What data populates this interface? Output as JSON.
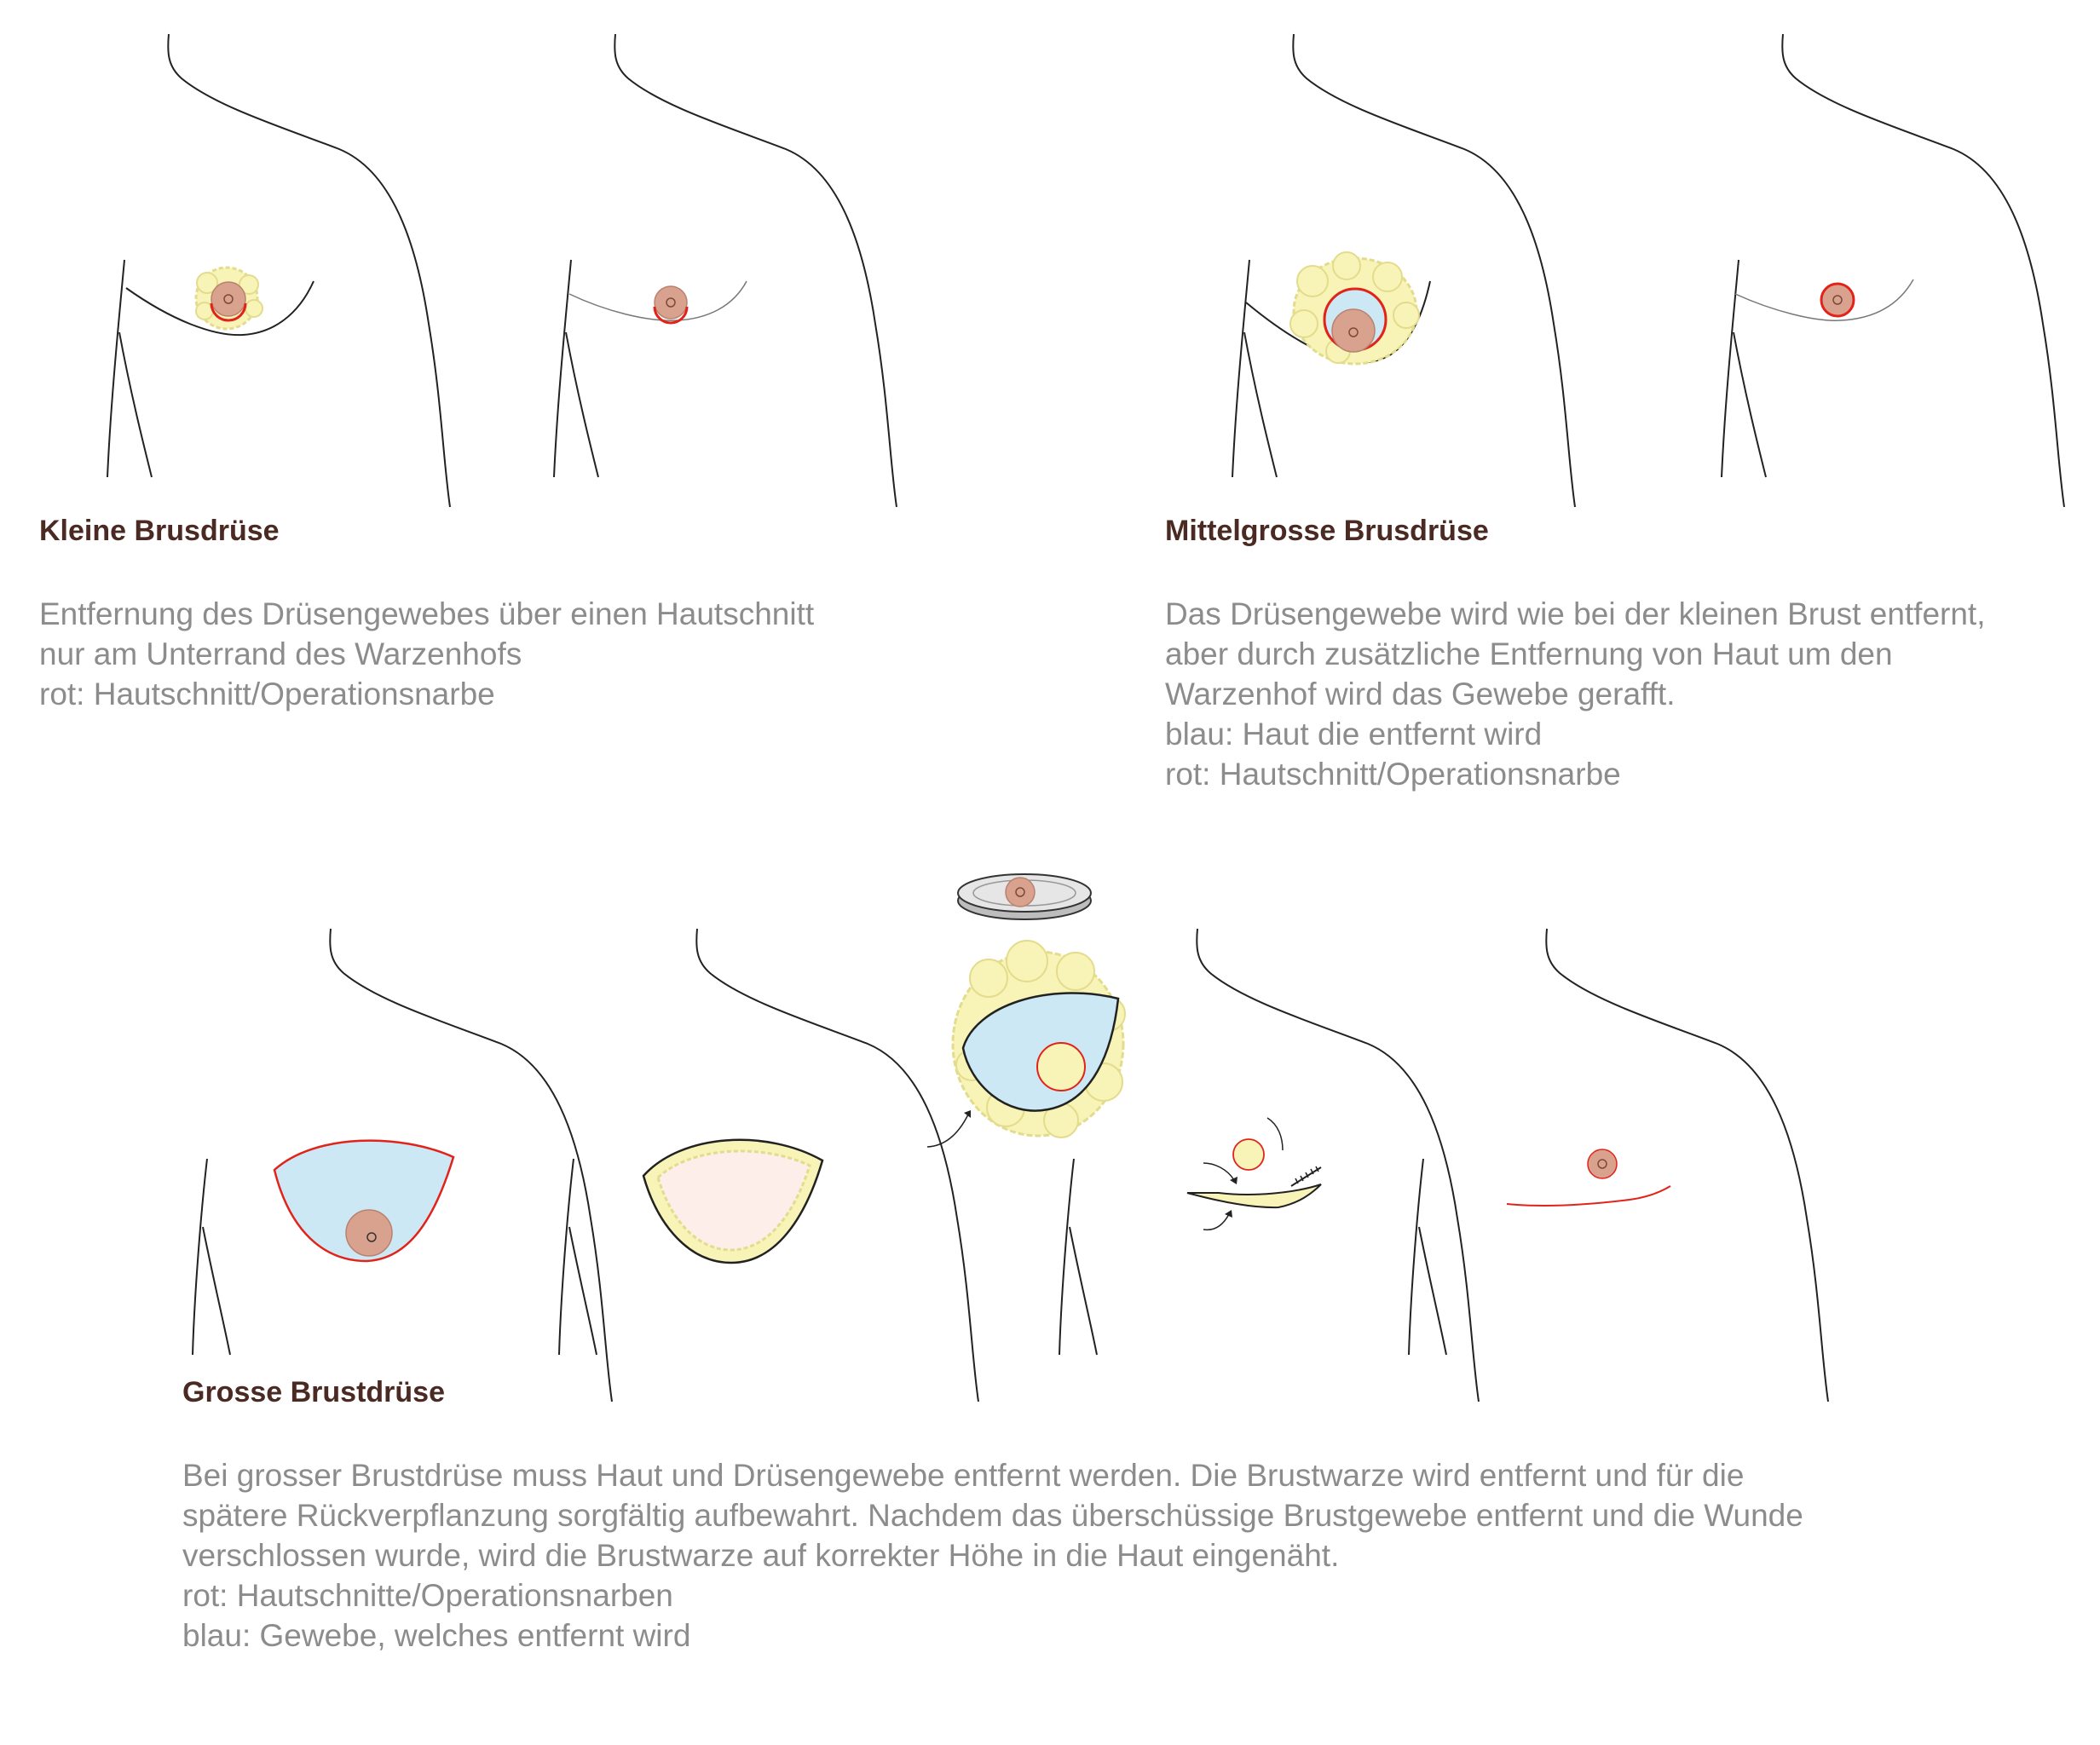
{
  "sections": {
    "small": {
      "title": "Kleine Brusdrüse",
      "lines": [
        "Entfernung des Drüsengewebes über einen Hautschnitt",
        "nur am Unterrand des Warzenhofs",
        "rot: Hautschnitt/Operationsnarbe"
      ]
    },
    "medium": {
      "title": "Mittelgrosse Brusdrüse",
      "lines": [
        "Das Drüsengewebe wird wie bei der kleinen Brust entfernt,",
        "aber durch zusätzliche Entfernung von Haut um den",
        "Warzenhof wird das Gewebe gerafft.",
        "blau: Haut die entfernt wird",
        "rot: Hautschnitt/Operationsnarbe"
      ]
    },
    "large": {
      "title": "Grosse Brustdrüse",
      "lines": [
        "Bei grosser Brustdrüse muss Haut und Drüsengewebe entfernt werden. Die Brustwarze wird entfernt und für die",
        "spätere Rückverpflanzung sorgfältig aufbewahrt. Nachdem das überschüssige Brustgewebe entfernt und die Wunde",
        "verschlossen wurde, wird die Brustwarze auf korrekter Höhe in die Haut eingenäht.",
        "rot: Hautschnitte/Operationsnarben",
        "blau: Gewebe, welches entfernt wird"
      ]
    }
  },
  "colors": {
    "outline": "#222222",
    "incision": "#e2231a",
    "gland_fill": "#f8f3b6",
    "gland_stroke": "#e3dc8c",
    "removed_skin": "#cde8f5",
    "areola": "#d9a28e",
    "nipple": "#c08572",
    "wound": "#fdeeea",
    "dish": "#dcdcdc",
    "title_text": "#4a2a22",
    "body_text": "#8c8c8c"
  },
  "icons": [
    "torso-outline",
    "glandular-tissue",
    "areola",
    "incision-line",
    "curved-arrow",
    "petri-dish",
    "suture-line"
  ]
}
